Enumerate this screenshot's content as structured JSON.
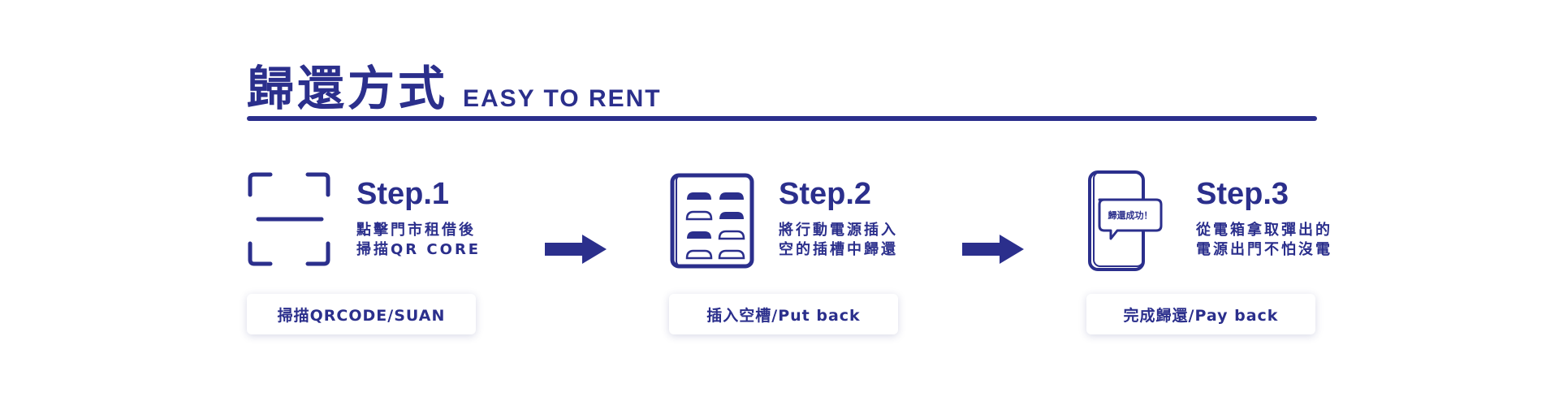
{
  "header": {
    "title_zh": "歸還方式",
    "title_en": "EASY TO RENT"
  },
  "colors": {
    "brand": "#2b2f8c",
    "background": "#ffffff",
    "button_background": "#ffffff"
  },
  "steps": [
    {
      "title": "Step.1",
      "desc_line1": "點擊門市租借後",
      "desc_line2": "掃描QR CORE",
      "button_label": "掃描QRCODE/SUAN",
      "icon": "qr-scan-icon"
    },
    {
      "title": "Step.2",
      "desc_line1": "將行動電源插入",
      "desc_line2": "空的插槽中歸還",
      "button_label": "插入空槽/Put back",
      "icon": "charging-slots-icon"
    },
    {
      "title": "Step.3",
      "desc_line1": "從電箱拿取彈出的",
      "desc_line2": "電源出門不怕沒電",
      "button_label": "完成歸還/Pay back",
      "icon": "phone-success-icon",
      "bubble_text": "歸還成功！"
    }
  ]
}
